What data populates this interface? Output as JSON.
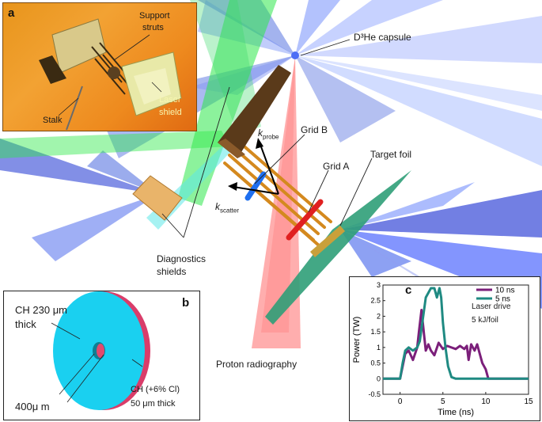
{
  "labels": {
    "capsule": "D³He capsule",
    "grid_b": "Grid B",
    "grid_a": "Grid A",
    "target_foil": "Target foil",
    "k_probe": "k",
    "k_probe_sub": "probe",
    "k_scatter": "k",
    "k_scatter_sub": "scatter",
    "diagnostics_line1": "Diagnostics",
    "diagnostics_line2": "shields",
    "proton_radiography": "Proton radiography"
  },
  "panel_a": {
    "letter": "a",
    "support_line1": "Support",
    "support_line2": "struts",
    "laser_line1": "Laser",
    "laser_line2": "shield",
    "stalk": "Stalk"
  },
  "panel_b": {
    "letter": "b",
    "ch_line1": "CH 230 μm",
    "ch_line2": "thick",
    "hole": "400μ m",
    "cl_line1": "CH (+6% Cl)",
    "cl_line2": "50 μm thick"
  },
  "panel_c": {
    "letter": "c",
    "annotation_line1": "Laser drive",
    "annotation_line2": "5 kJ/foil"
  },
  "chart_data": {
    "type": "line",
    "xlabel": "Time (ns)",
    "ylabel": "Power (TW)",
    "xlim": [
      -2,
      15
    ],
    "ylim": [
      -0.5,
      3
    ],
    "xticks": [
      0,
      5,
      10,
      15
    ],
    "yticks": [
      -0.5,
      0,
      0.5,
      1,
      1.5,
      2,
      2.5,
      3
    ],
    "legend_position": "top-right",
    "series": [
      {
        "name": "10 ns",
        "color": "#7b1f7a",
        "x": [
          -2,
          0,
          0.3,
          0.6,
          1.0,
          1.5,
          2.0,
          2.2,
          2.5,
          2.8,
          3.0,
          3.3,
          3.6,
          4.0,
          4.5,
          5.0,
          5.5,
          6.0,
          6.5,
          7.0,
          7.5,
          7.8,
          8.0,
          8.3,
          8.7,
          9.0,
          9.3,
          9.6,
          10.0,
          10.3,
          11,
          15
        ],
        "y": [
          0,
          0,
          0.4,
          0.8,
          0.9,
          0.6,
          1.0,
          1.5,
          2.2,
          1.4,
          0.9,
          1.1,
          0.9,
          0.75,
          1.15,
          0.95,
          1.05,
          1.0,
          0.95,
          1.05,
          0.95,
          1.05,
          0.6,
          1.1,
          0.9,
          1.1,
          0.8,
          0.5,
          0.3,
          0,
          0,
          0
        ]
      },
      {
        "name": "5 ns",
        "color": "#1f8a82",
        "x": [
          -2,
          0,
          0.3,
          0.6,
          1.0,
          1.5,
          2.0,
          2.3,
          2.6,
          3.0,
          3.3,
          3.6,
          4.0,
          4.3,
          4.6,
          4.8,
          5.0,
          5.3,
          5.6,
          6.0,
          6.5,
          15
        ],
        "y": [
          0,
          0,
          0.5,
          0.9,
          1.0,
          0.9,
          1.0,
          1.2,
          1.8,
          2.6,
          2.75,
          2.9,
          2.9,
          2.6,
          2.9,
          2.6,
          1.8,
          1.0,
          0.4,
          0.05,
          0,
          0
        ]
      }
    ]
  }
}
